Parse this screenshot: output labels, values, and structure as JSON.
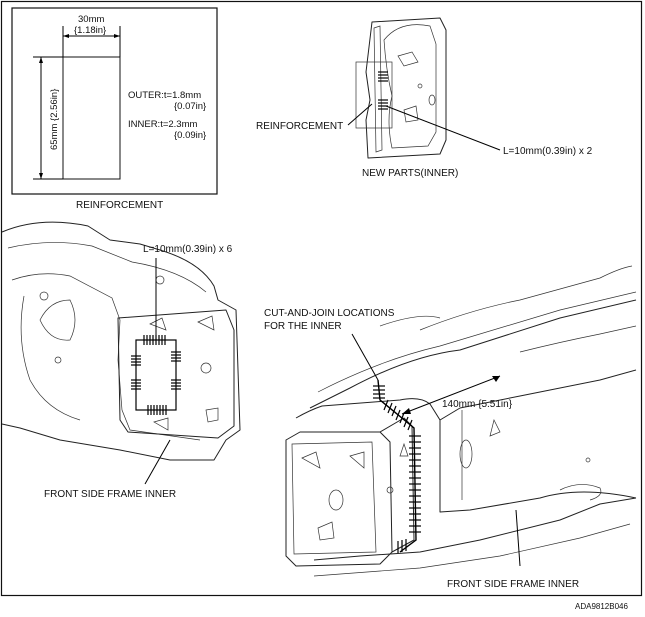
{
  "dimension_box": {
    "width_mm": "30mm",
    "width_in": "{1.18in}",
    "height_label": "65mm {2.56in}",
    "outer_label": "OUTER:t=1.8mm",
    "outer_in": "{0.07in}",
    "inner_label": "INNER:t=2.3mm",
    "inner_in": "{0.09in}",
    "caption": "REINFORCEMENT"
  },
  "new_parts": {
    "reinforcement_label": "REINFORCEMENT",
    "weld_label": "L=10mm(0.39in) x 2",
    "caption": "NEW PARTS(INNER)"
  },
  "left_view": {
    "weld_label": "L=10mm(0.39in) x 6",
    "caption": "FRONT SIDE FRAME INNER"
  },
  "right_view": {
    "cut_label_line1": "CUT-AND-JOIN LOCATIONS",
    "cut_label_line2": "FOR THE INNER",
    "length_label": "140mm {5.51in}",
    "caption": "FRONT SIDE FRAME INNER"
  },
  "figure_code": "ADA9812B046"
}
